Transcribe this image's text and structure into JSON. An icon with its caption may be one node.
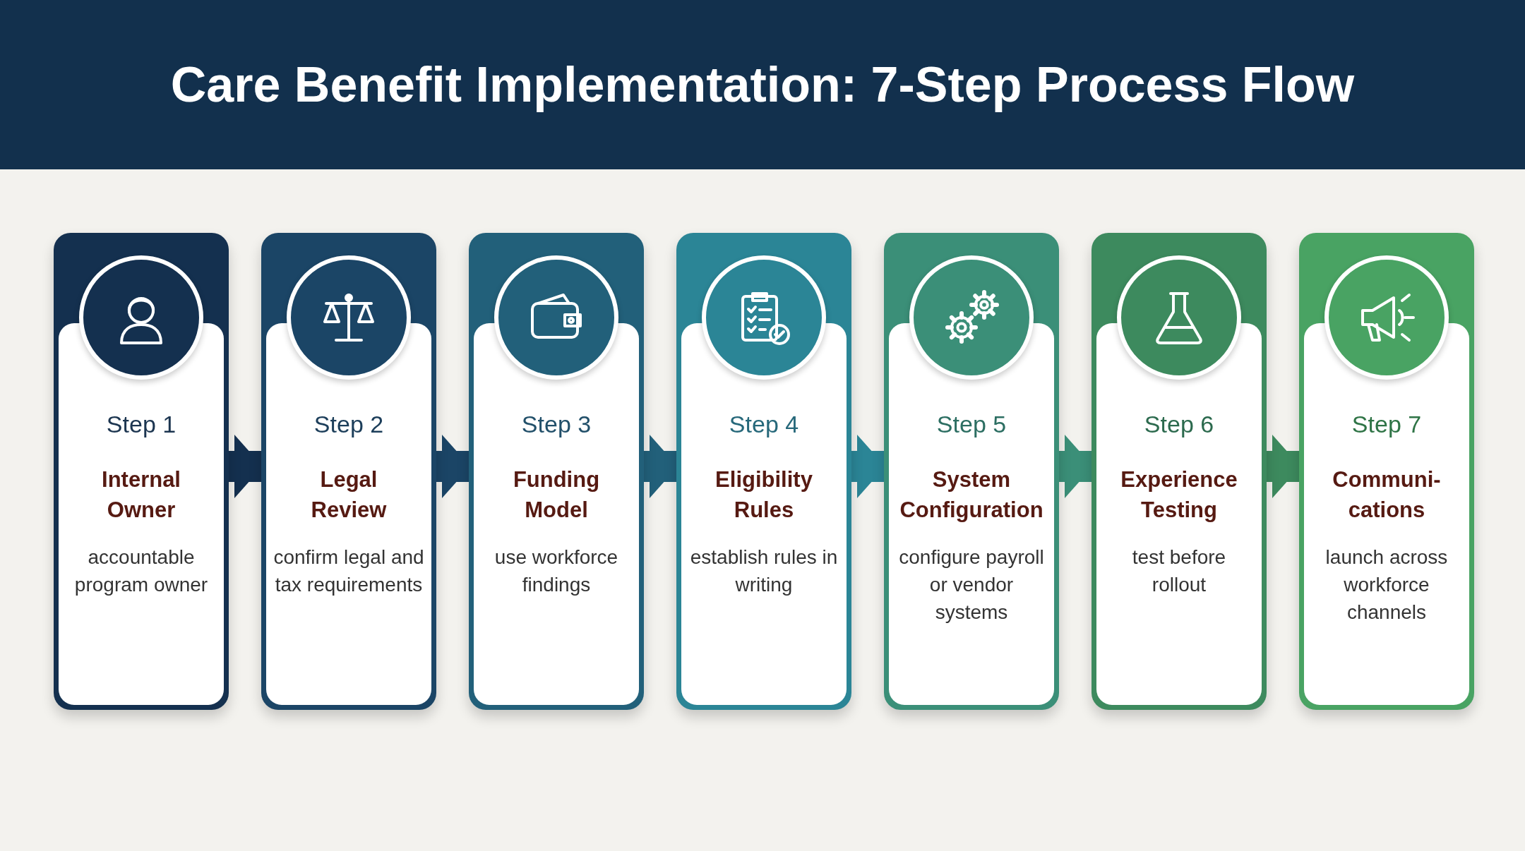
{
  "diagram": {
    "title": "Care Benefit Implementation: 7-Step Process Flow",
    "nodes": [
      {
        "text": [
          "Step 1",
          "Internal Owner",
          "accountable program owner"
        ]
      },
      {
        "text": [
          "Step 2",
          "Legal Review",
          "confirm legal and tax requirements"
        ]
      },
      {
        "text": [
          "Step 3",
          "Funding Model",
          "use workforce findings"
        ]
      },
      {
        "text": [
          "Step 4",
          "Eligibility Rules",
          "establish rules in writing"
        ]
      },
      {
        "text": [
          "Step 5",
          "System Configuration",
          "configure payroll or vendor systems"
        ]
      },
      {
        "text": [
          "Step 6",
          "Experience Testing",
          "test before rollout"
        ]
      },
      {
        "text": [
          "Step 7",
          "Communi- cations",
          "launch across workforce channels"
        ]
      }
    ],
    "edges": [
      {
        "from": 0,
        "to": 1,
        "arrow": "to",
        "color": "#14304f"
      },
      {
        "from": 1,
        "to": 2,
        "arrow": "to",
        "color": "#1b4566"
      },
      {
        "from": 2,
        "to": 3,
        "arrow": "to",
        "color": "#22607a"
      },
      {
        "from": 3,
        "to": 4,
        "arrow": "to",
        "color": "#2b8596"
      },
      {
        "from": 4,
        "to": 5,
        "arrow": "to",
        "color": "#3b8f78"
      },
      {
        "from": 5,
        "to": 6,
        "arrow": "to",
        "color": "#3d8a5e"
      }
    ]
  }
}
